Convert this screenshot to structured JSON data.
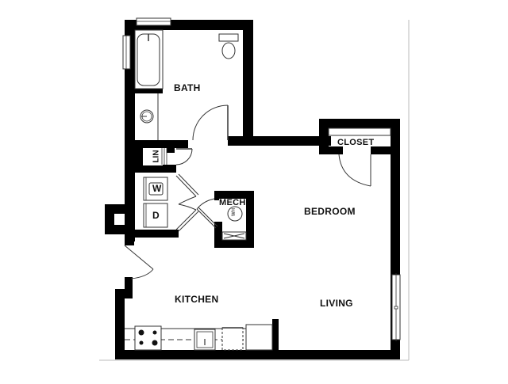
{
  "floorplan": {
    "colors": {
      "wall": "#000000",
      "background": "#ffffff",
      "fixture": "#222222",
      "frame": "#bbbbbb"
    },
    "rooms": {
      "bath": "BATH",
      "closet": "CLOSET",
      "linen": "LIN",
      "washer": "W",
      "dryer": "D",
      "mech": "MECH",
      "water_heater": "WH",
      "bedroom": "BEDROOM",
      "kitchen": "KITCHEN",
      "living": "LIVING"
    },
    "fixtures": [
      "bathtub",
      "toilet",
      "bathroom-sink",
      "washer",
      "dryer",
      "water-heater",
      "range",
      "kitchen-sink",
      "dishwasher",
      "refrigerator"
    ]
  }
}
